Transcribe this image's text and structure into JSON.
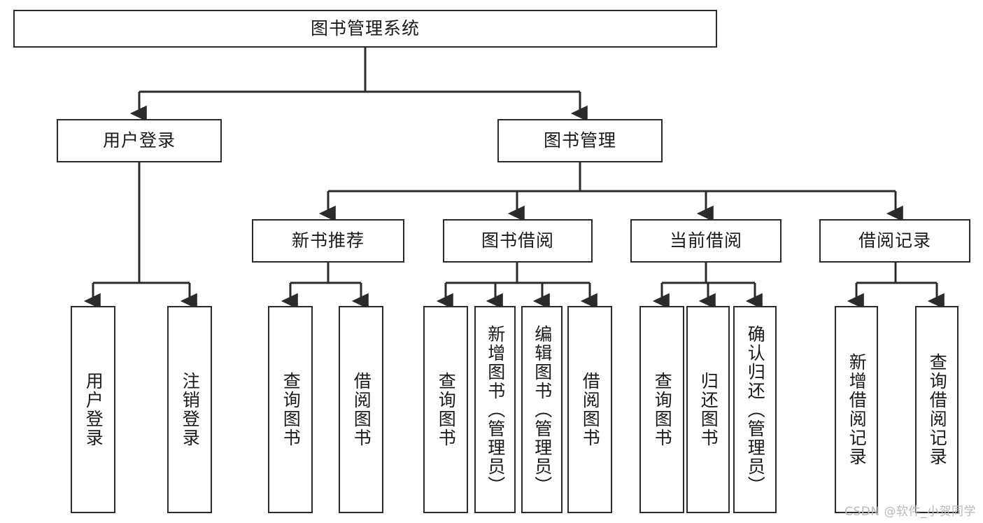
{
  "diagram": {
    "title": "图书管理系统",
    "type": "tree",
    "colors": {
      "box_border": "#2b2b2b",
      "box_fill": "#ffffff",
      "line": "#2b2b2b",
      "text": "#1a1a1a",
      "watermark": "#b9b9b9"
    },
    "root": {
      "label": "图书管理系统"
    },
    "level2": [
      {
        "id": "user-login",
        "label": "用户登录"
      },
      {
        "id": "book-manage",
        "label": "图书管理"
      }
    ],
    "level3": [
      {
        "id": "new-book-recommend",
        "label": "新书推荐"
      },
      {
        "id": "book-borrow",
        "label": "图书借阅"
      },
      {
        "id": "current-borrow",
        "label": "当前借阅"
      },
      {
        "id": "borrow-record",
        "label": "借阅记录"
      }
    ],
    "leaves": {
      "user_login": [
        {
          "id": "leaf-user-login",
          "label": "用户登录"
        },
        {
          "id": "leaf-logout",
          "label": "注销登录"
        }
      ],
      "new_book_recommend": [
        {
          "id": "leaf-query-book-1",
          "label": "查询图书"
        },
        {
          "id": "leaf-borrow-book-1",
          "label": "借阅图书"
        }
      ],
      "book_borrow": [
        {
          "id": "leaf-query-book-2",
          "label": "查询图书"
        },
        {
          "id": "leaf-add-book",
          "label": "新增图书（管理员）"
        },
        {
          "id": "leaf-edit-book",
          "label": "编辑图书（管理员）"
        },
        {
          "id": "leaf-borrow-book-2",
          "label": "借阅图书"
        }
      ],
      "current_borrow": [
        {
          "id": "leaf-query-book-3",
          "label": "查询图书"
        },
        {
          "id": "leaf-return-book",
          "label": "归还图书"
        },
        {
          "id": "leaf-confirm-return",
          "label": "确认归还（管理员）"
        }
      ],
      "borrow_record": [
        {
          "id": "leaf-add-record",
          "label": "新增借阅记录"
        },
        {
          "id": "leaf-query-record",
          "label": "查询借阅记录"
        }
      ]
    },
    "watermark": "CSDN @软件_小贺同学"
  }
}
